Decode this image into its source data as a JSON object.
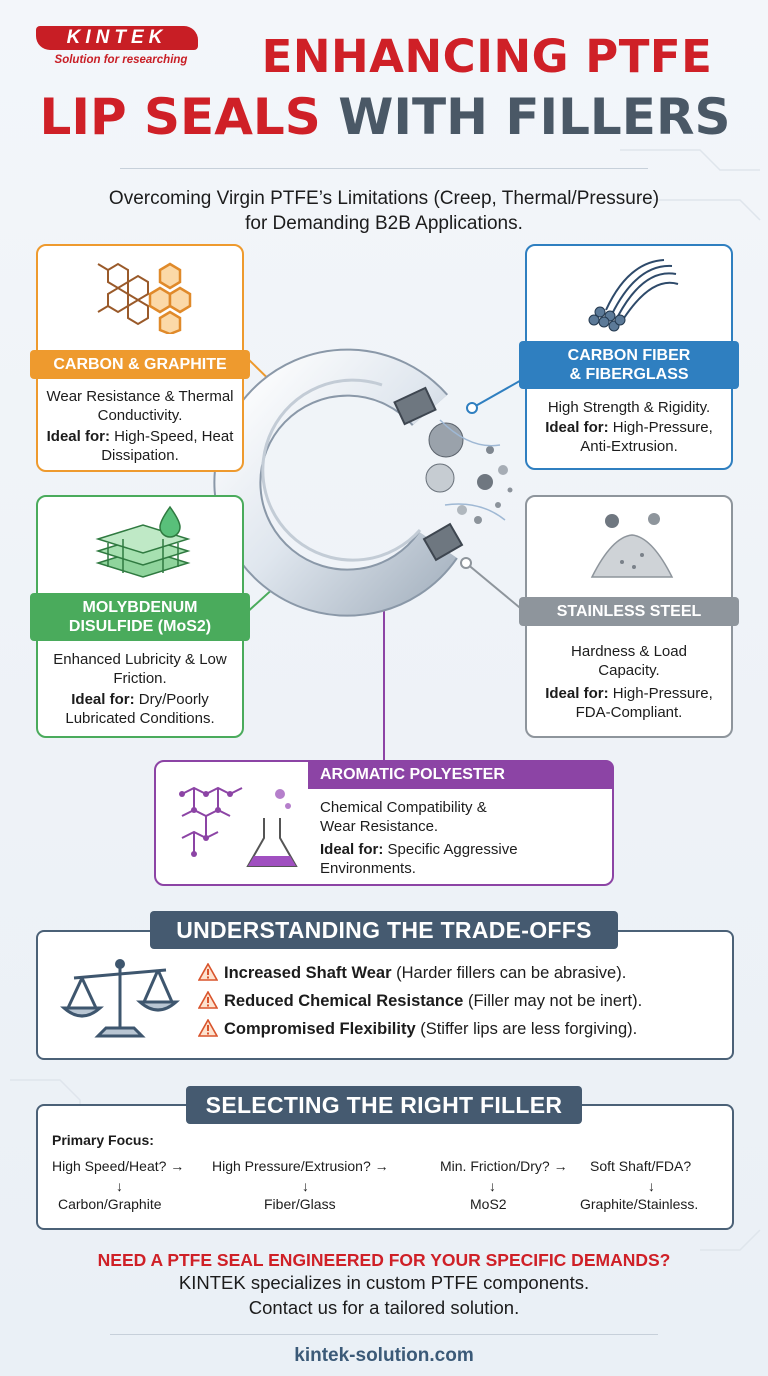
{
  "logo": {
    "name": "KINTEK",
    "tagline": "Solution for researching"
  },
  "title": {
    "line1": "ENHANCING PTFE",
    "line2_red": "LIP SEALS",
    "line2_grey": "WITH FILLERS"
  },
  "subtitle": {
    "line1": "Overcoming Virgin PTFE’s Limitations (Creep, Thermal/Pressure)",
    "line2": "for Demanding B2B Applications."
  },
  "ideal_label": "Ideal for:",
  "fillers": [
    {
      "name": "CARBON & GRAPHITE",
      "desc": "Wear Resistance & Thermal Conductivity.",
      "ideal": "High-Speed, Heat Dissipation.",
      "color": "#ee9a2e",
      "icon": "hexagon-lattice-icon"
    },
    {
      "name_line1": "CARBON FIBER",
      "name_line2": "& FIBERGLASS",
      "desc": "High Strength & Rigidity.",
      "ideal": "High-Pressure, Anti-Extrusion.",
      "color": "#2f7fc0",
      "icon": "fiber-bundle-icon"
    },
    {
      "name_line1": "MOLYBDENUM",
      "name_line2": "DISULFIDE (MoS2)",
      "desc": "Enhanced Lubricity & Low Friction.",
      "ideal": "Dry/Poorly Lubricated Conditions.",
      "color": "#4aab5c",
      "icon": "layered-lubricant-icon"
    },
    {
      "name": "STAINLESS STEEL",
      "desc": "Hardness & Load Capacity.",
      "ideal": "High-Pressure, FDA-Compliant.",
      "color": "#8e959c",
      "icon": "powder-pile-icon"
    },
    {
      "name": "AROMATIC POLYESTER",
      "desc": "Chemical Compatibility & Wear Resistance.",
      "ideal": "Specific Aggressive Environments.",
      "color": "#8c44a5",
      "icon": "polymer-flask-icon"
    }
  ],
  "tradeoffs": {
    "title": "UNDERSTANDING THE TRADE-OFFS",
    "items": [
      {
        "bold": "Increased Shaft Wear",
        "note": "(Harder fillers can be abrasive)."
      },
      {
        "bold": "Reduced Chemical Resistance",
        "note": "(Filler may not be inert)."
      },
      {
        "bold": "Compromised Flexibility",
        "note": "(Stiffer lips are less forgiving)."
      }
    ]
  },
  "selection": {
    "title": "SELECTING THE RIGHT FILLER",
    "focus_label": "Primary Focus:",
    "questions": [
      "High Speed/Heat? →",
      "High Pressure/Extrusion? →",
      "Min. Friction/Dry? →",
      "Soft Shaft/FDA?"
    ],
    "answers": [
      "Carbon/Graphite",
      "Fiber/Glass",
      "MoS2",
      "Graphite/Stainless."
    ],
    "arrow": "↓"
  },
  "cta": {
    "title": "NEED A PTFE SEAL ENGINEERED FOR YOUR SPECIFIC DEMANDS?",
    "line1": "KINTEK specializes in custom PTFE components.",
    "line2": "Contact us for a tailored solution."
  },
  "website": "kintek-solution.com",
  "colors": {
    "brand_red": "#cf2027",
    "slate": "#455a70"
  }
}
